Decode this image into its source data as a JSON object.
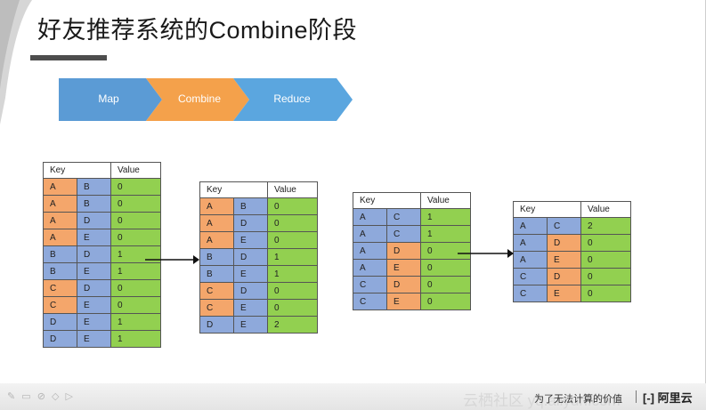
{
  "title": "好友推荐系统的Combine阶段",
  "pipeline": [
    "Map",
    "Combine",
    "Reduce"
  ],
  "colors": {
    "map": "#5b9bd5",
    "combine": "#f4a14b",
    "reduce": "#5ba6df",
    "orange": "#f4a66b",
    "blue": "#8ea9db",
    "green": "#92d050"
  },
  "tables": [
    {
      "headers": [
        "Key",
        "Value"
      ],
      "rows": [
        [
          "A",
          "B",
          "0"
        ],
        [
          "A",
          "B",
          "0"
        ],
        [
          "A",
          "D",
          "0"
        ],
        [
          "A",
          "E",
          "0"
        ],
        [
          "B",
          "D",
          "1"
        ],
        [
          "B",
          "E",
          "1"
        ],
        [
          "C",
          "D",
          "0"
        ],
        [
          "C",
          "E",
          "0"
        ],
        [
          "D",
          "E",
          "1"
        ],
        [
          "D",
          "E",
          "1"
        ]
      ]
    },
    {
      "headers": [
        "Key",
        "Value"
      ],
      "rows": [
        [
          "A",
          "B",
          "0"
        ],
        [
          "A",
          "D",
          "0"
        ],
        [
          "A",
          "E",
          "0"
        ],
        [
          "B",
          "D",
          "1"
        ],
        [
          "B",
          "E",
          "1"
        ],
        [
          "C",
          "D",
          "0"
        ],
        [
          "C",
          "E",
          "0"
        ],
        [
          "D",
          "E",
          "2"
        ]
      ]
    },
    {
      "headers": [
        "Key",
        "Value"
      ],
      "rows": [
        [
          "A",
          "C",
          "1"
        ],
        [
          "A",
          "C",
          "1"
        ],
        [
          "A",
          "D",
          "0"
        ],
        [
          "A",
          "E",
          "0"
        ],
        [
          "C",
          "D",
          "0"
        ],
        [
          "C",
          "E",
          "0"
        ]
      ]
    },
    {
      "headers": [
        "Key",
        "Value"
      ],
      "rows": [
        [
          "A",
          "C",
          "2"
        ],
        [
          "A",
          "D",
          "0"
        ],
        [
          "A",
          "E",
          "0"
        ],
        [
          "C",
          "D",
          "0"
        ],
        [
          "C",
          "E",
          "0"
        ]
      ]
    }
  ],
  "footer": {
    "tools": "✎ ▭ ⊘ ◇ ▷",
    "watermark": "云栖社区 yq.aliyun.com",
    "slogan": "为了无法计算的价值",
    "brand": "[-] 阿里云"
  }
}
